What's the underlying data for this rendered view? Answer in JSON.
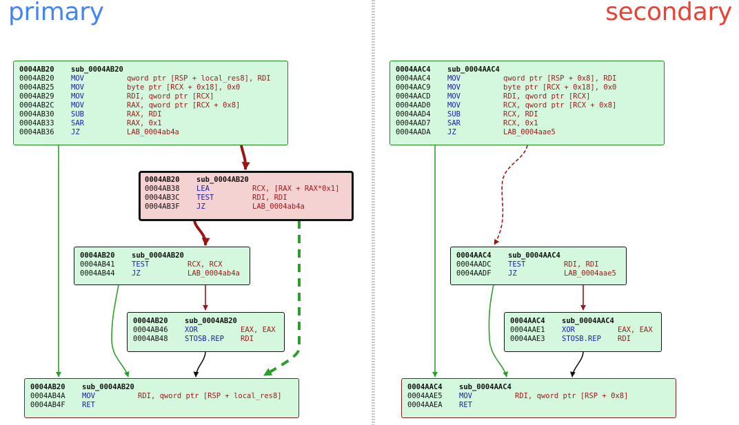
{
  "titles": {
    "primary": "primary",
    "secondary": "secondary"
  },
  "colors": {
    "primary_title": "#4285f4",
    "secondary_title": "#ea4335",
    "block_fill": "#d4f8de",
    "selected_fill": "#f5d2d2",
    "mnemonic": "#1a1ab0",
    "operand": "#a01a1a",
    "edge_true": "#2aa02a",
    "edge_false": "#9b1515",
    "edge_uncond": "#111111"
  },
  "primary": {
    "b1": {
      "head_addr": "0004AB20",
      "head_name": "sub_0004AB20",
      "lines": [
        {
          "addr": "0004AB20",
          "mn": "MOV",
          "op": "qword ptr [RSP + local_res8], RDI"
        },
        {
          "addr": "0004AB25",
          "mn": "MOV",
          "op": "byte ptr [RCX + 0x18], 0x0"
        },
        {
          "addr": "0004AB29",
          "mn": "MOV",
          "op": "RDI, qword ptr [RCX]"
        },
        {
          "addr": "0004AB2C",
          "mn": "MOV",
          "op": "RAX, qword ptr [RCX + 0x8]"
        },
        {
          "addr": "0004AB30",
          "mn": "SUB",
          "op": "RAX, RDI"
        },
        {
          "addr": "0004AB33",
          "mn": "SAR",
          "op": "RAX, 0x1"
        },
        {
          "addr": "0004AB36",
          "mn": "JZ",
          "op": "LAB_0004ab4a"
        }
      ]
    },
    "b2": {
      "head_addr": "0004AB20",
      "head_name": "sub_0004AB20",
      "lines": [
        {
          "addr": "0004AB38",
          "mn": "LEA",
          "op": "RCX, [RAX + RAX*0x1]"
        },
        {
          "addr": "0004AB3C",
          "mn": "TEST",
          "op": "RDI, RDI"
        },
        {
          "addr": "0004AB3F",
          "mn": "JZ",
          "op": "LAB_0004ab4a"
        }
      ]
    },
    "b3": {
      "head_addr": "0004AB20",
      "head_name": "sub_0004AB20",
      "lines": [
        {
          "addr": "0004AB41",
          "mn": "TEST",
          "op": "RCX, RCX"
        },
        {
          "addr": "0004AB44",
          "mn": "JZ",
          "op": "LAB_0004ab4a"
        }
      ]
    },
    "b4": {
      "head_addr": "0004AB20",
      "head_name": "sub_0004AB20",
      "lines": [
        {
          "addr": "0004AB46",
          "mn": "XOR",
          "op": "EAX, EAX"
        },
        {
          "addr": "0004AB48",
          "mn": "STOSB.REP",
          "op": "RDI"
        }
      ]
    },
    "b5": {
      "head_addr": "0004AB20",
      "head_name": "sub_0004AB20",
      "lines": [
        {
          "addr": "0004AB4A",
          "mn": "MOV",
          "op": "RDI, qword ptr [RSP + local_res8]"
        },
        {
          "addr": "0004AB4F",
          "mn": "RET",
          "op": ""
        }
      ]
    }
  },
  "secondary": {
    "b1": {
      "head_addr": "0004AAC4",
      "head_name": "sub_0004AAC4",
      "lines": [
        {
          "addr": "0004AAC4",
          "mn": "MOV",
          "op": "qword ptr [RSP + 0x8], RDI"
        },
        {
          "addr": "0004AAC9",
          "mn": "MOV",
          "op": "byte ptr [RCX + 0x18], 0x0"
        },
        {
          "addr": "0004AACD",
          "mn": "MOV",
          "op": "RDI, qword ptr [RCX]"
        },
        {
          "addr": "0004AAD0",
          "mn": "MOV",
          "op": "RCX, qword ptr [RCX + 0x8]"
        },
        {
          "addr": "0004AAD4",
          "mn": "SUB",
          "op": "RCX, RDI"
        },
        {
          "addr": "0004AAD7",
          "mn": "SAR",
          "op": "RCX, 0x1"
        },
        {
          "addr": "0004AADA",
          "mn": "JZ",
          "op": "LAB_0004aae5"
        }
      ]
    },
    "b3": {
      "head_addr": "0004AAC4",
      "head_name": "sub_0004AAC4",
      "lines": [
        {
          "addr": "0004AADC",
          "mn": "TEST",
          "op": "RDI, RDI"
        },
        {
          "addr": "0004AADF",
          "mn": "JZ",
          "op": "LAB_0004aae5"
        }
      ]
    },
    "b4": {
      "head_addr": "0004AAC4",
      "head_name": "sub_0004AAC4",
      "lines": [
        {
          "addr": "0004AAE1",
          "mn": "XOR",
          "op": "EAX, EAX"
        },
        {
          "addr": "0004AAE3",
          "mn": "STOSB.REP",
          "op": "RDI"
        }
      ]
    },
    "b5": {
      "head_addr": "0004AAC4",
      "head_name": "sub_0004AAC4",
      "lines": [
        {
          "addr": "0004AAE5",
          "mn": "MOV",
          "op": "RDI, qword ptr [RSP + 0x8]"
        },
        {
          "addr": "0004AAEA",
          "mn": "RET",
          "op": ""
        }
      ]
    }
  }
}
